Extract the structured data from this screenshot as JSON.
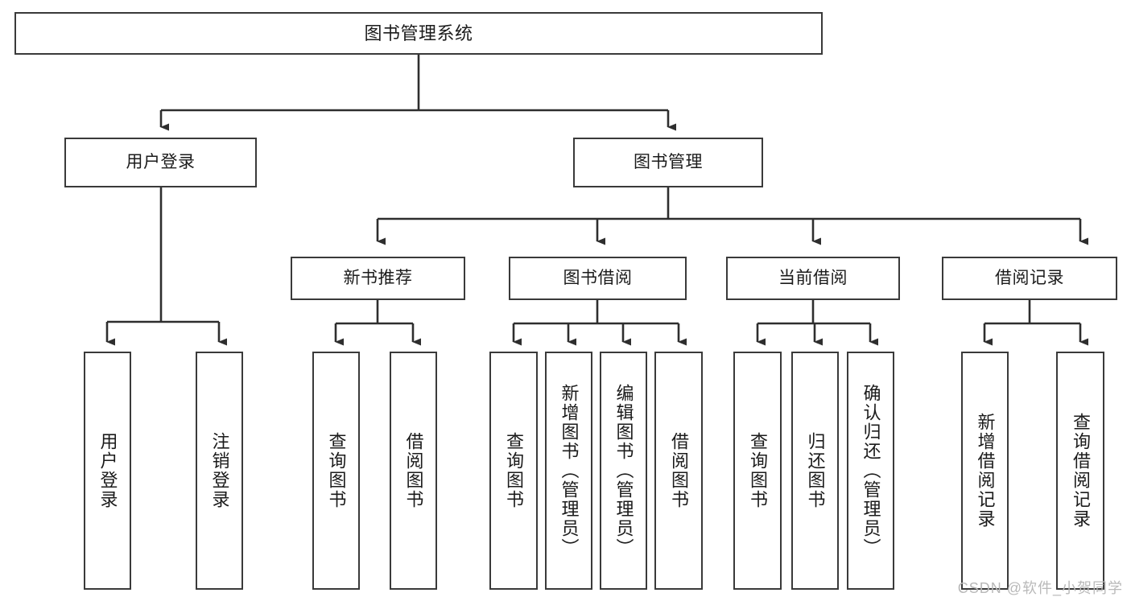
{
  "diagram": {
    "title": "图书管理系统",
    "type": "tree-hierarchy",
    "stroke_color": "#3a3a3a",
    "fill_color": "#ffffff",
    "text_color": "#1b1b1b"
  },
  "nodes": {
    "root": {
      "label": "图书管理系统"
    },
    "level2": [
      {
        "label": "用户登录"
      },
      {
        "label": "图书管理"
      }
    ],
    "level3": [
      {
        "label": "新书推荐"
      },
      {
        "label": "图书借阅"
      },
      {
        "label": "当前借阅"
      },
      {
        "label": "借阅记录"
      }
    ],
    "leaves": [
      {
        "label": "用户登录"
      },
      {
        "label": "注销登录"
      },
      {
        "label": "查询图书"
      },
      {
        "label": "借阅图书"
      },
      {
        "label": "查询图书"
      },
      {
        "label": "新增图书（管理员）"
      },
      {
        "label": "编辑图书（管理员）"
      },
      {
        "label": "借阅图书"
      },
      {
        "label": "查询图书"
      },
      {
        "label": "归还图书"
      },
      {
        "label": "确认归还（管理员）"
      },
      {
        "label": "新增借阅记录"
      },
      {
        "label": "查询借阅记录"
      }
    ]
  },
  "watermark": {
    "text": "CSDN @软件_小贺同学"
  }
}
